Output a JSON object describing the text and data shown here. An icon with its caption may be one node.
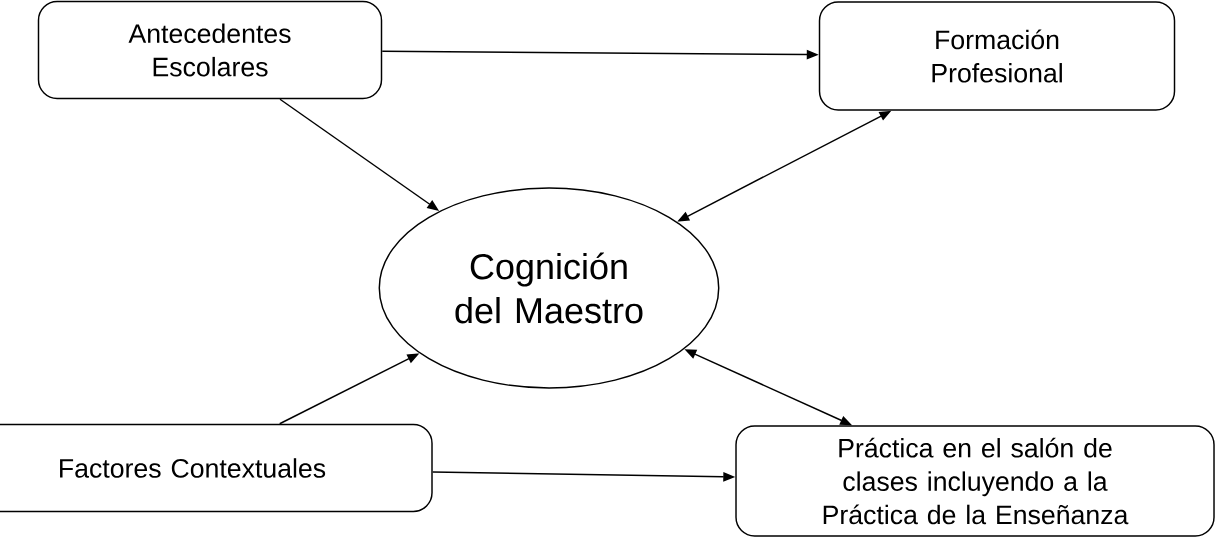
{
  "diagram": {
    "nodes": [
      {
        "text": [
          "Antecedentes Escolares"
        ]
      },
      {
        "text": [
          "Formación Profesional"
        ]
      },
      {
        "text": [
          "Cognición del Maestro"
        ]
      },
      {
        "text": [
          "Factores Contextuales"
        ]
      },
      {
        "text": [
          "Práctica en el salón de clases incluyendo a la Práctica de la Enseñanza"
        ]
      }
    ],
    "edges": [
      {
        "from": 0,
        "to": 1,
        "arrow": "to"
      },
      {
        "from": 0,
        "to": 2,
        "arrow": "to"
      },
      {
        "from": 1,
        "to": 2,
        "arrow": "both"
      },
      {
        "from": 3,
        "to": 2,
        "arrow": "to"
      },
      {
        "from": 2,
        "to": 4,
        "arrow": "both"
      },
      {
        "from": 3,
        "to": 4,
        "arrow": "to"
      }
    ]
  }
}
